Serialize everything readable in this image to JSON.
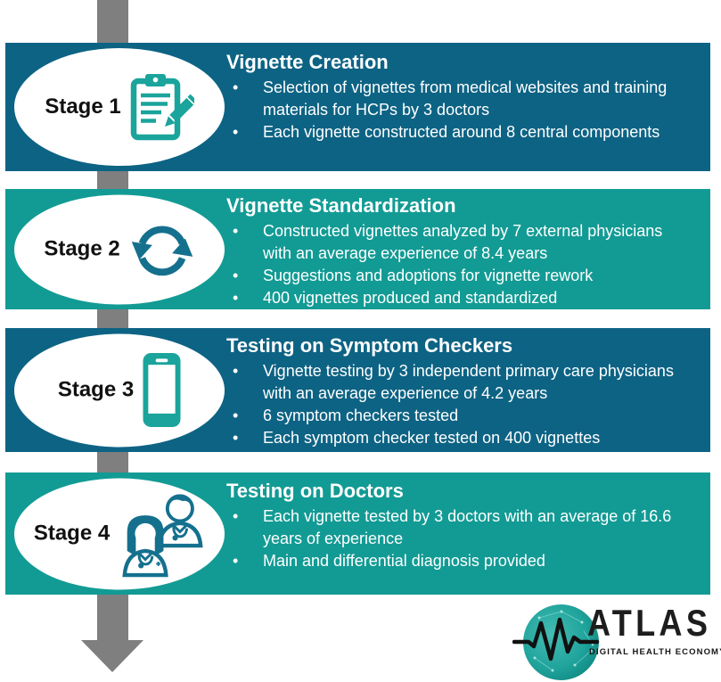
{
  "ui": {
    "bullet": "•"
  },
  "colors": {
    "band_dark": "#0D6384",
    "band_teal": "#129B94",
    "icon_teal": "#1AA49C",
    "icon_dark": "#15708E",
    "arrow_gray": "#7F7F7F",
    "stage_text": "#111111",
    "body_text": "#FFFFFF",
    "logo_globe_teal": "#1FA39B",
    "logo_text": "#1D1D1D"
  },
  "arrow": {
    "direction": "down"
  },
  "stages": [
    {
      "stage_label": "Stage 1",
      "icon": "clipboard-pencil-icon",
      "title": "Vignette Creation",
      "bullets": [
        "Selection of vignettes from medical websites and training materials for HCPs by 3 doctors",
        "Each vignette constructed around 8 central components"
      ]
    },
    {
      "stage_label": "Stage 2",
      "icon": "sync-arrows-icon",
      "title": "Vignette Standardization",
      "bullets": [
        "Constructed vignettes analyzed by 7 external physicians with an average experience of 8.4 years",
        "Suggestions and adoptions for vignette rework",
        "400 vignettes produced and standardized"
      ]
    },
    {
      "stage_label": "Stage 3",
      "icon": "smartphone-icon",
      "title": "Testing on Symptom Checkers",
      "bullets": [
        "Vignette testing by 3 independent primary care physicians with an average experience of 4.2 years",
        "6 symptom checkers tested",
        "Each symptom checker tested on 400 vignettes"
      ]
    },
    {
      "stage_label": "Stage 4",
      "icon": "doctors-icon",
      "title": "Testing on Doctors",
      "bullets": [
        "Each vignette tested by 3 doctors with an average of 16.6 years of experience",
        "Main and differential diagnosis provided"
      ]
    }
  ],
  "logo": {
    "name": "ATLAS",
    "subtitle": "DIGITAL HEALTH ECONOMY"
  }
}
